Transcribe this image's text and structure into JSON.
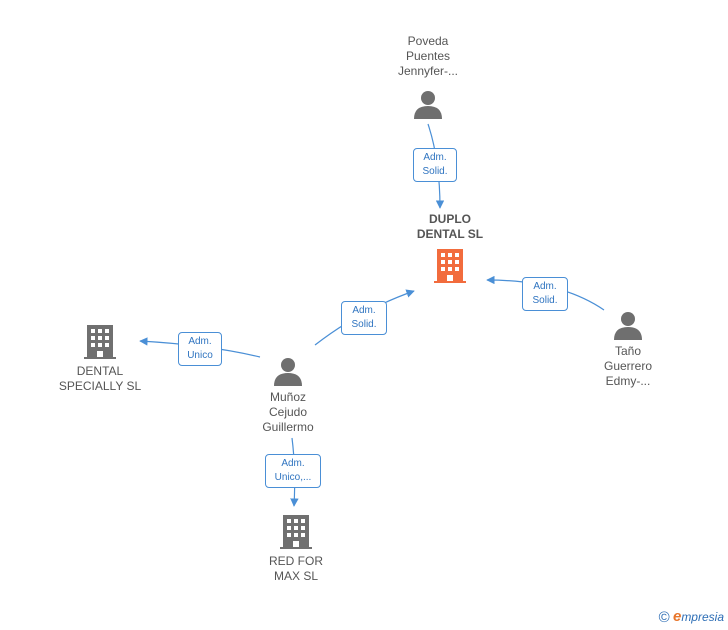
{
  "colors": {
    "focus_company": "#f26c3d",
    "company": "#707070",
    "person": "#6f6f6f",
    "edge": "#4a8fd6",
    "label_text": "#2f74c0"
  },
  "nodes": {
    "duplo": {
      "type": "company",
      "icon": "building-icon",
      "label": "DUPLO\nDENTAL  SL"
    },
    "poveda": {
      "type": "person",
      "icon": "person-icon",
      "label": "Poveda\nPuentes\nJennyfer-..."
    },
    "tano": {
      "type": "person",
      "icon": "person-icon",
      "label": "Taño\nGuerrero\nEdmy-..."
    },
    "munoz": {
      "type": "person",
      "icon": "person-icon",
      "label": "Muñoz\nCejudo\nGuillermo"
    },
    "dental": {
      "type": "company",
      "icon": "building-icon",
      "label": "DENTAL\nSPECIALLY  SL"
    },
    "redfor": {
      "type": "company",
      "icon": "building-icon",
      "label": "RED FOR\nMAX  SL"
    }
  },
  "edges": [
    {
      "from": "poveda",
      "to": "duplo",
      "label": "Adm.\nSolid."
    },
    {
      "from": "tano",
      "to": "duplo",
      "label": "Adm.\nSolid."
    },
    {
      "from": "munoz",
      "to": "duplo",
      "label": "Adm.\nSolid."
    },
    {
      "from": "munoz",
      "to": "dental",
      "label": "Adm.\nUnico"
    },
    {
      "from": "munoz",
      "to": "redfor",
      "label": "Adm.\nUnico,..."
    }
  ],
  "footer": {
    "copyright": "©",
    "brand_e": "e",
    "brand_rest": "mpresia"
  }
}
